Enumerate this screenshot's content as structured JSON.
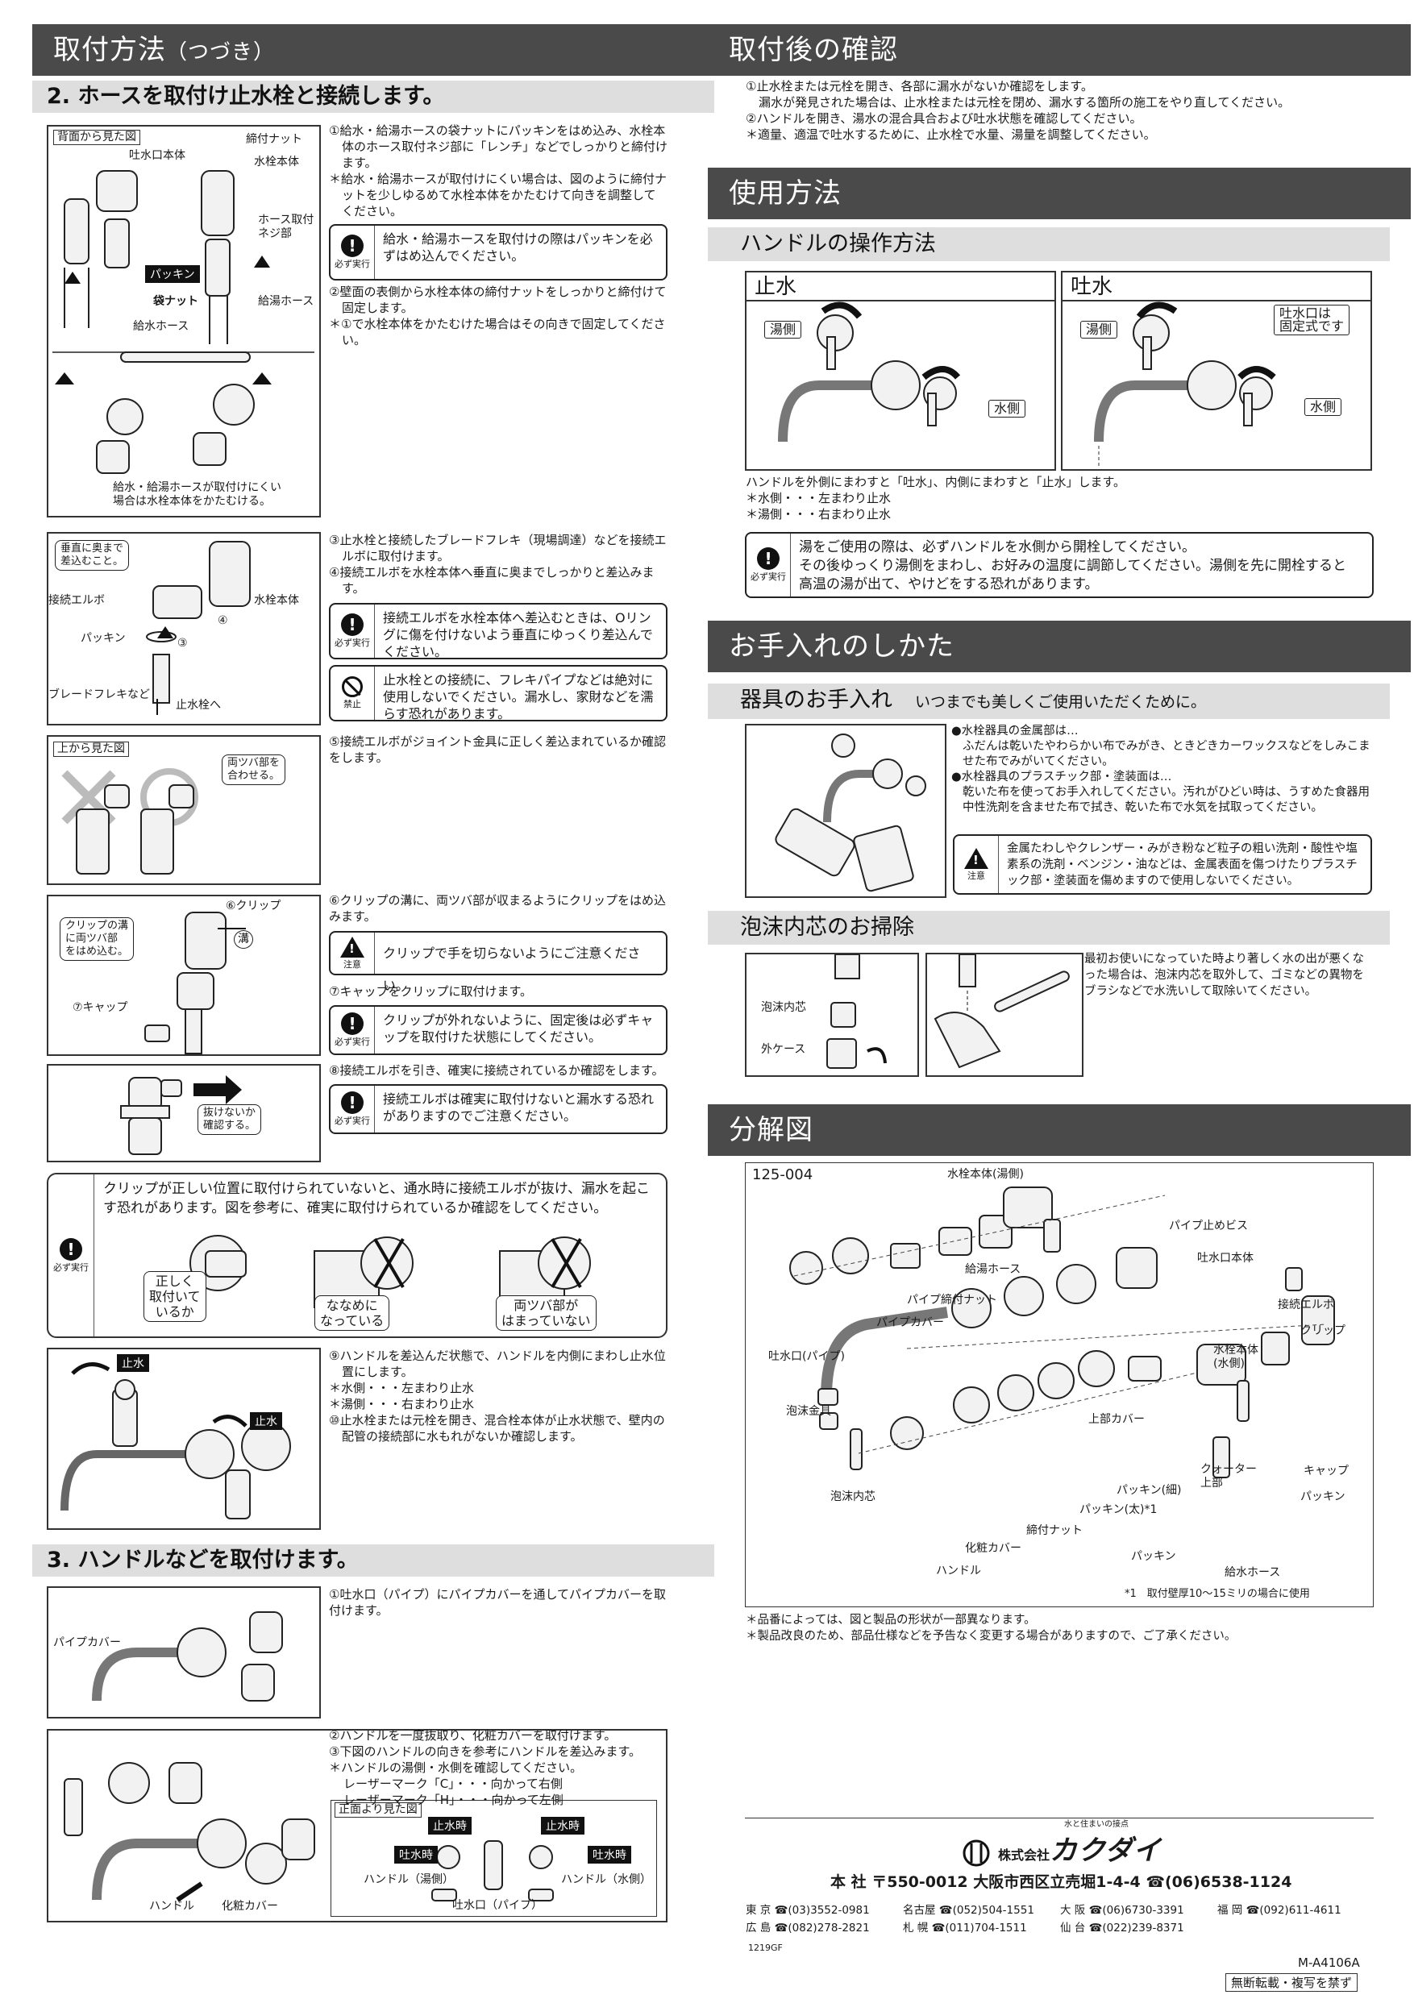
{
  "left": {
    "header": "取付方法",
    "header_suffix": "（つづき）",
    "sec2_title": "2. ホースを取付け止水栓と接続します。",
    "fig1": {
      "label": "背面から見た図",
      "parts": [
        "締付ナット",
        "吐水口本体",
        "水栓本体",
        "ホース取付\nネジ部",
        "パッキン",
        "袋ナット",
        "給湯ホース",
        "給水ホース"
      ],
      "caption": "給水・給湯ホースが取付けにくい\n場合は水栓本体をかたむける。"
    },
    "text1": [
      "①給水・給湯ホースの袋ナットにパッキンをはめ込み、水栓本体のホース取付ネジ部に「レンチ」などでしっかりと締付けます。",
      "＊給水・給湯ホースが取付けにくい場合は、図のように締付ナットを少しゆるめて水栓本体をかたむけて向きを調整してください。"
    ],
    "warn1": {
      "icon": "必ず実行",
      "text": "給水・給湯ホースを取付けの際はパッキンを必ずはめ込んでください。"
    },
    "text2": [
      "②壁面の表側から水栓本体の締付ナットをしっかりと締付けて固定します。",
      "＊①で水栓本体をかたむけた場合はその向きで固定してください。"
    ],
    "fig2": {
      "parts": [
        "垂直に奥まで\n差込むこと。",
        "接続エルボ",
        "水栓本体",
        "パッキン",
        "ブレードフレキなど",
        "止水栓へ",
        "④",
        "③"
      ]
    },
    "text3": [
      "③止水栓と接続したブレードフレキ（現場調達）などを接続エルボに取付けます。",
      "④接続エルボを水栓本体へ垂直に奥までしっかりと差込みます。"
    ],
    "warn2": {
      "icon": "必ず実行",
      "text": "接続エルボを水栓本体へ差込むときは、Oリングに傷を付けないよう垂直にゆっくり差込んでください。"
    },
    "warn3": {
      "icon": "禁止",
      "text": "止水栓との接続に、フレキパイプなどは絶対に使用しないでください。漏水し、家財などを濡らす恐れがあります。"
    },
    "fig3": {
      "label": "上から見た図",
      "tag": "両ツバ部を\n合わせる。"
    },
    "text4": "⑤接続エルボがジョイント金具に正しく差込まれているか確認をします。",
    "fig4": {
      "parts": [
        "⑥クリップ",
        "クリップの溝\nに両ツバ部\nをはめ込む。",
        "溝",
        "⑦キャップ"
      ]
    },
    "text5": "⑥クリップの溝に、両ツバ部が収まるようにクリップをはめ込みます。",
    "warn4": {
      "icon": "注意",
      "text": "クリップで手を切らないようにご注意ください。"
    },
    "text6": "⑦キャップをクリップに取付けます。",
    "warn5": {
      "icon": "必ず実行",
      "text": "クリップが外れないように、固定後は必ずキャップを取付けた状態にしてください。"
    },
    "fig5": {
      "tag": "抜けないか\n確認する。"
    },
    "text7": "⑧接続エルボを引き、確実に接続されているか確認をします。",
    "warn6": {
      "icon": "必ず実行",
      "text": "接続エルボは確実に取付けないと漏水する恐れがありますのでご注意ください。"
    },
    "bigwarn": {
      "icon": "必ず実行",
      "text": "クリップが正しい位置に取付けられていないと、通水時に接続エルボが抜け、漏水を起こす恐れがあります。図を参考に、確実に取付けられているか確認をしてください。",
      "tags": [
        "正しく\n取付いて\nいるか",
        "ななめに\nなっている",
        "両ツバ部が\nはまっていない"
      ]
    },
    "fig6": {
      "tags": [
        "止水",
        "止水"
      ]
    },
    "text8": [
      "⑨ハンドルを差込んだ状態で、ハンドルを内側にまわし止水位置にします。",
      "＊水側・・・左まわり止水",
      "＊湯側・・・右まわり止水",
      "⑩止水栓または元栓を開き、混合栓本体が止水状態で、壁内の配管の接続部に水もれがないか確認します。"
    ],
    "sec3_title": "3. ハンドルなどを取付けます。",
    "fig7": {
      "label": "パイプカバー"
    },
    "text9": "①吐水口（パイプ）にパイプカバーを通してパイプカバーを取付けます。",
    "fig8": {
      "parts": [
        "ハンドル",
        "化粧カバー"
      ],
      "front_label": "正面より見た図",
      "front_tags": [
        "止水時",
        "止水時",
        "吐水時",
        "吐水時"
      ],
      "front_parts": [
        "ハンドル（湯側）",
        "ハンドル（水側）",
        "吐水口（パイプ）"
      ]
    },
    "text10": [
      "②ハンドルを一度抜取り、化粧カバーを取付けます。",
      "③下図のハンドルの向きを参考にハンドルを差込みます。",
      "＊ハンドルの湯側・水側を確認してください。",
      "レーザーマーク「C」・・・向かって右側",
      "レーザーマーク「H」・・・向かって左側"
    ]
  },
  "right": {
    "confirm_header": "取付後の確認",
    "confirm_text": [
      "①止水栓または元栓を開き、各部に漏水がないか確認をします。",
      "漏水が発見された場合は、止水栓または元栓を閉め、漏水する箇所の施工をやり直してください。",
      "②ハンドルを開き、湯水の混合具合および吐水状態を確認してください。",
      "＊適量、適温で吐水するために、止水栓で水量、湯量を調整してください。"
    ],
    "use_header": "使用方法",
    "handle_title": "ハンドルの操作方法",
    "stop_label": "止水",
    "spout_label": "吐水",
    "tags": {
      "yu": "湯側",
      "mizu": "水側",
      "fixed": "吐水口は\n固定式です"
    },
    "use_text": [
      "ハンドルを外側にまわすと「吐水」、内側にまわすと「止水」します。",
      "＊水側・・・左まわり止水",
      "＊湯側・・・右まわり止水"
    ],
    "warn_use": {
      "icon": "必ず実行",
      "text": "湯をご使用の際は、必ずハンドルを水側から開栓してください。\nその後ゆっくり湯側をまわし、お好みの温度に調節してください。湯側を先に開栓すると\n高温の湯が出て、やけどをする恐れがあります。"
    },
    "care_header": "お手入れのしかた",
    "care_title": "器具のお手入れ",
    "care_note": "いつまでも美しくご使用いただくために。",
    "care_text": [
      "●水栓器具の金属部は…",
      "ふだんは乾いたやわらかい布でみがき、ときどきカーワックスなどをしみこませた布でみがいてください。",
      "●水栓器具のプラスチック部・塗装面は…",
      "乾いた布を使ってお手入れしてください。汚れがひどい時は、うすめた食器用中性洗剤を含ませた布で拭き、乾いた布で水気を拭取ってください。"
    ],
    "care_warn": {
      "icon": "注意",
      "text": "金属たわしやクレンザー・みがき粉など粒子の粗い洗剤・酸性や塩素系の洗剤・ベンジン・油などは、金属表面を傷つけたりプラスチック部・塗装面を傷めますので使用しないでください。"
    },
    "aerator_title": "泡沫内芯のお掃除",
    "aerator_parts": [
      "泡沫内芯",
      "外ケース"
    ],
    "aerator_text": "最初お使いになっていた時より著しく水の出が悪くなった場合は、泡沫内芯を取外して、ゴミなどの異物をブラシなどで水洗いして取除いてください。",
    "exploded_header": "分解図",
    "model": "125-004",
    "exploded_parts": [
      "水栓本体(湯側)",
      "パイプ止めビス",
      "吐水口本体",
      "給湯ホース",
      "パイプ締付ナット",
      "パイプカバー",
      "接続エルボ",
      "クリップ",
      "吐水口(パイプ)",
      "水栓本体\n(水側)",
      "泡沫金具",
      "上部カバー",
      "クォーター\n上部",
      "キャップ",
      "泡沫内芯",
      "パッキン(細)",
      "パッキン(太)*1",
      "パッキン",
      "締付ナット",
      "化粧カバー",
      "ハンドル",
      "パッキン",
      "給水ホース"
    ],
    "exploded_note": "*1　取付壁厚10〜15ミリの場合に使用",
    "notes": [
      "＊品番によっては、図と製品の形状が一部異なります。",
      "＊製品改良のため、部品仕様などを予告なく変更する場合がありますので、ご了承ください。"
    ],
    "company": {
      "tagline": "水と住まいの接点",
      "name_small": "株式会社",
      "name": "カクダイ",
      "hq": "本 社 〒550-0012 大阪市西区立売堀1-4-4 ☎(06)6538-1124",
      "offices": [
        [
          "東 京 ☎(03)3552-0981",
          "名古屋 ☎(052)504-1551",
          "大 阪 ☎(06)6730-3391",
          "福 岡 ☎(092)611-4611"
        ],
        [
          "広 島 ☎(082)278-2821",
          "札 幌 ☎(011)704-1511",
          "仙 台 ☎(022)239-8371",
          ""
        ]
      ],
      "code_left": "1219GF",
      "code_right": "M-A4106A",
      "copyright": "無断転載・複写を禁ず"
    }
  }
}
